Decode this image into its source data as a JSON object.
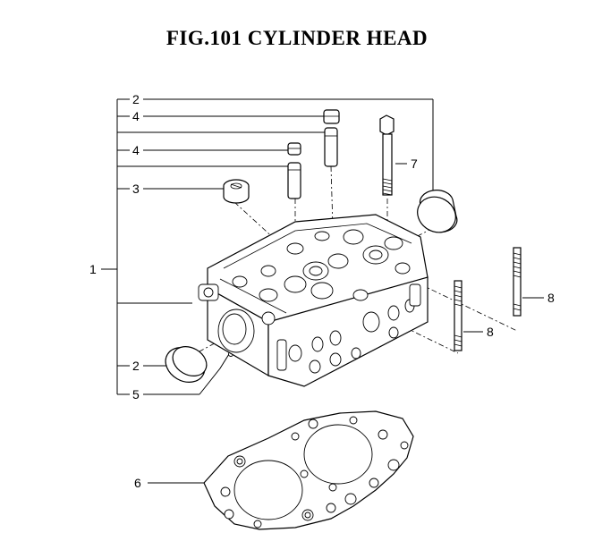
{
  "title": "FIG.101  CYLINDER HEAD",
  "callouts": {
    "c1": "1",
    "c2_top": "2",
    "c4_top": "4",
    "c4_mid": "4",
    "c3": "3",
    "c7": "7",
    "c8_right": "8",
    "c8_mid": "8",
    "c2_bottom": "2",
    "c5": "5",
    "c6": "6"
  }
}
